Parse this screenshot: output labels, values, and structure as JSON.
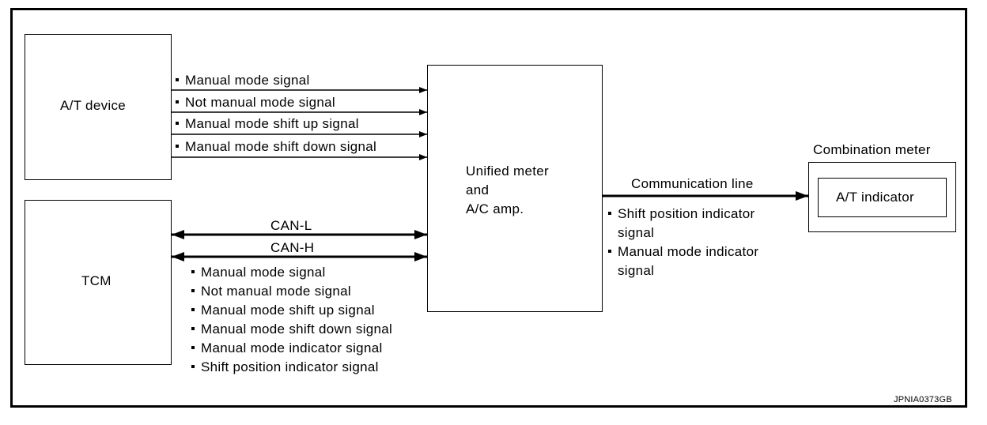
{
  "blocks": {
    "at_device": "A/T device",
    "tcm": "TCM",
    "unified_meter": [
      "Unified meter",
      "and",
      "A/C amp."
    ],
    "combination_meter": "Combination meter",
    "at_indicator": "A/T indicator"
  },
  "at_device_signals": [
    "Manual mode signal",
    "Not manual mode signal",
    "Manual mode shift up signal",
    "Manual mode shift down signal"
  ],
  "can_lines": {
    "can_l": "CAN-L",
    "can_h": "CAN-H"
  },
  "tcm_signals": [
    "Manual mode signal",
    "Not manual mode signal",
    "Manual mode shift up signal",
    "Manual mode shift down signal",
    "Manual mode indicator signal",
    "Shift position indicator signal"
  ],
  "communication": {
    "label": "Communication line",
    "signals": [
      [
        "Shift position indicator",
        "signal"
      ],
      [
        "Manual mode indicator",
        "signal"
      ]
    ]
  },
  "figure_code": "JPNIA0373GB"
}
